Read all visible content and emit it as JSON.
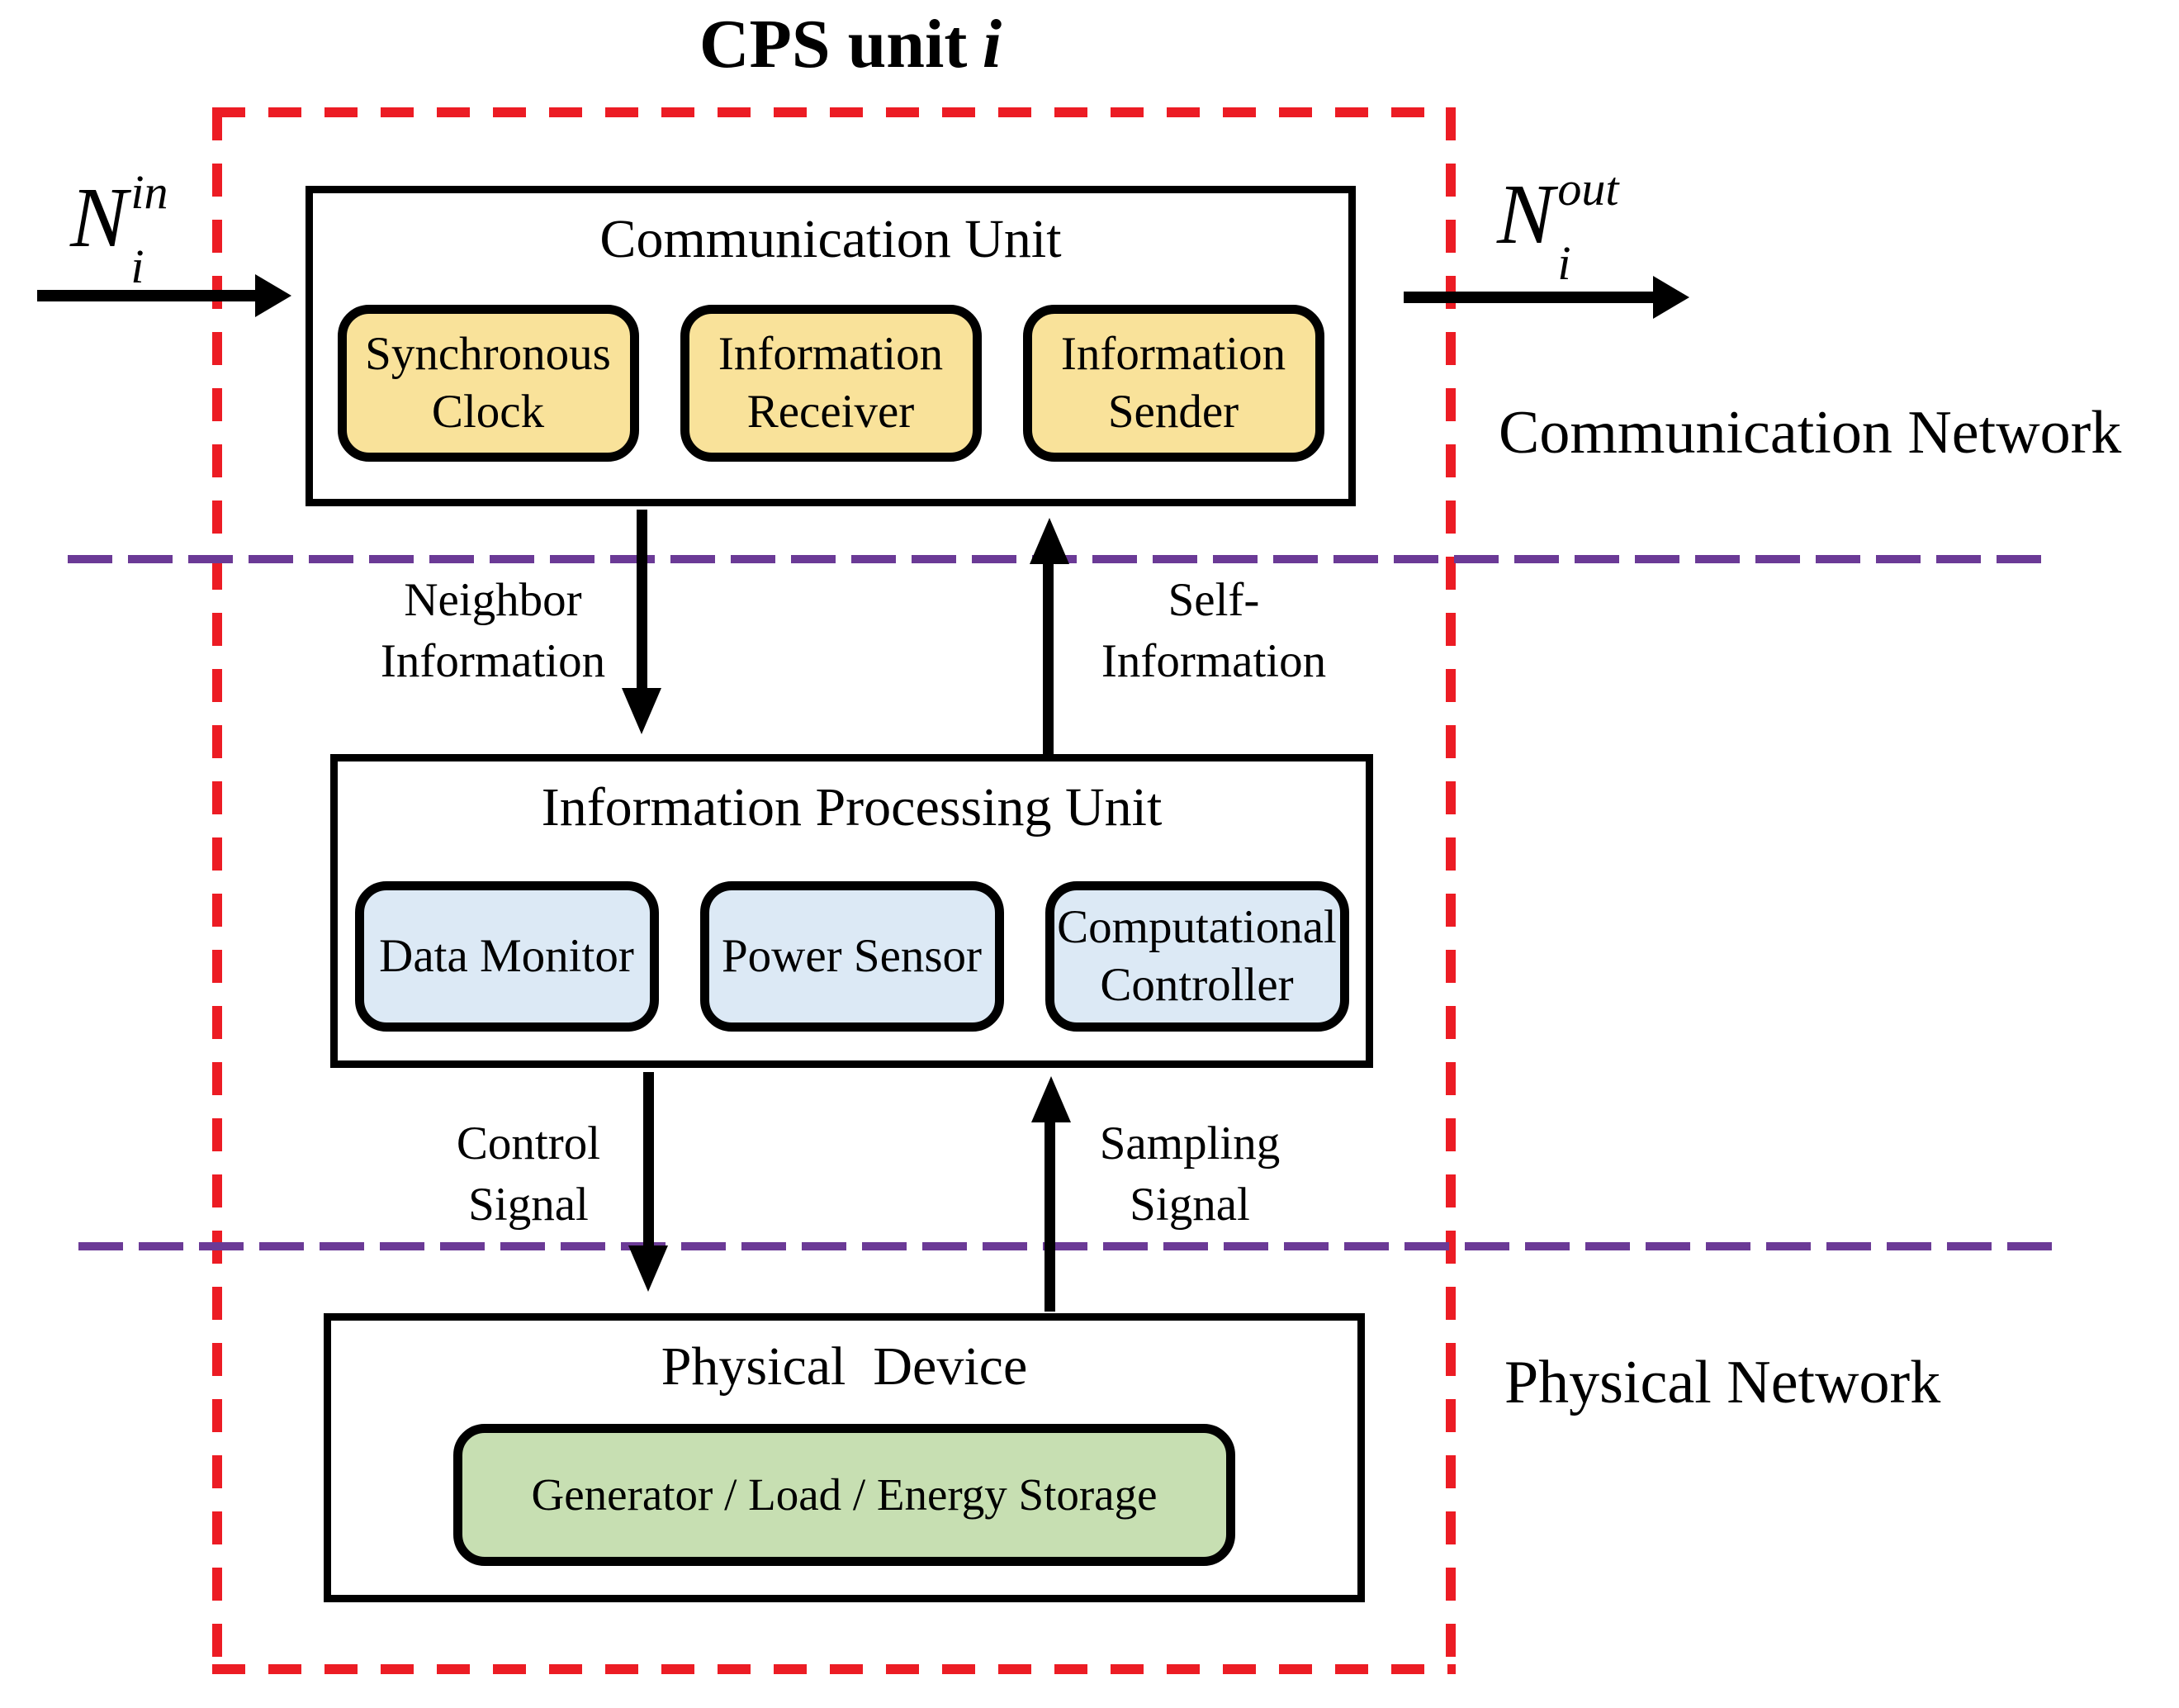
{
  "title": {
    "text": "CPS unit",
    "index": "i"
  },
  "labels": {
    "communication_network": "Communication Network",
    "physical_network": "Physical Network",
    "n_in": {
      "base": "N",
      "sup": "in",
      "sub": "i"
    },
    "n_out": {
      "base": "N",
      "sup": "out",
      "sub": "i"
    }
  },
  "units": {
    "communication": {
      "title": "Communication Unit",
      "modules": [
        "Synchronous Clock",
        "Information Receiver",
        "Information Sender"
      ]
    },
    "processing": {
      "title": "Information Processing Unit",
      "modules": [
        "Data Monitor",
        "Power Sensor",
        "Computational Controller"
      ]
    },
    "physical": {
      "title": "Physical  Device",
      "modules": [
        "Generator / Load / Energy Storage"
      ]
    }
  },
  "flows": [
    {
      "id": "neighbor",
      "direction": "down",
      "lines": [
        "Neighbor",
        "Information"
      ]
    },
    {
      "id": "self",
      "direction": "up",
      "lines": [
        "Self-",
        "Information"
      ]
    },
    {
      "id": "control",
      "direction": "down",
      "lines": [
        "Control",
        "Signal"
      ]
    },
    {
      "id": "sampling",
      "direction": "up",
      "lines": [
        "Sampling",
        "Signal"
      ]
    }
  ],
  "colors": {
    "boundary_red": "#EC1C24",
    "divider_purple": "#6B3A96",
    "module_yellow": "#F9E29A",
    "module_blue": "#DCE9F5",
    "module_green": "#C7DFB2",
    "ink": "#000000"
  }
}
